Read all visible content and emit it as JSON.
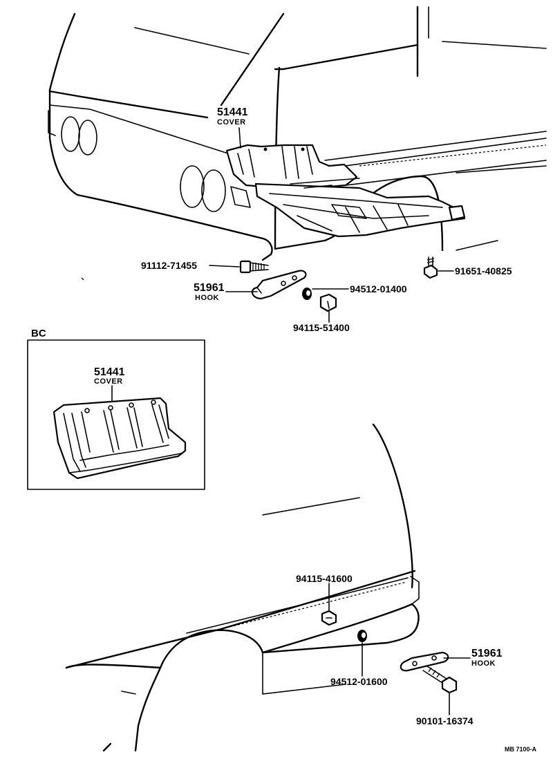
{
  "inset": {
    "label": "BC"
  },
  "callouts": {
    "cover_top": {
      "number": "51441",
      "name": "COVER"
    },
    "cover_inset": {
      "number": "51441",
      "name": "COVER"
    },
    "bolt_top": {
      "number": "91112-71455"
    },
    "hook_top": {
      "number": "51961",
      "name": "HOOK"
    },
    "washer_top": {
      "number": "94512-01400"
    },
    "nut_top": {
      "number": "94115-51400"
    },
    "bolt_right": {
      "number": "91651-40825"
    },
    "nut_bottom": {
      "number": "94115-41600"
    },
    "washer_bottom": {
      "number": "94512-01600"
    },
    "hook_bottom": {
      "number": "51961",
      "name": "HOOK"
    },
    "bolt_bottom": {
      "number": "90101-16374"
    }
  },
  "figure_code": "MB 7100-A"
}
